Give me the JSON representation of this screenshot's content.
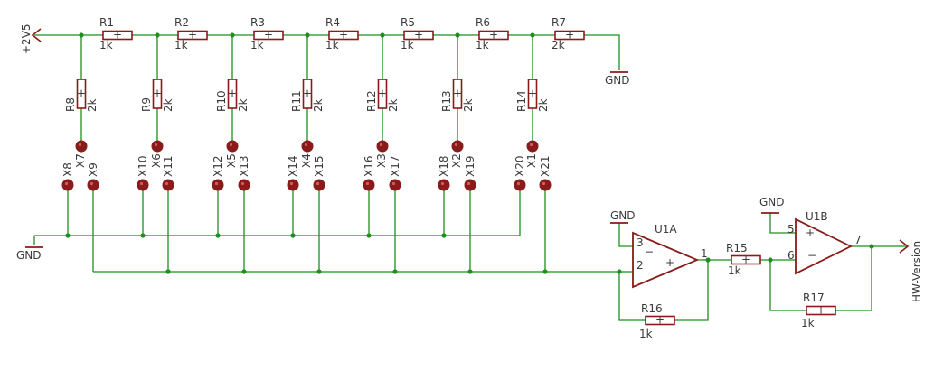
{
  "colors": {
    "wire": "#1f8f1f",
    "part": "#8b1a1a",
    "text": "#3a3a3a"
  },
  "supply": {
    "label": "+2V5"
  },
  "gnd_label": "GND",
  "output": {
    "label": "HW-Version"
  },
  "chain": [
    {
      "name": "R1",
      "value": "1k"
    },
    {
      "name": "R2",
      "value": "1k"
    },
    {
      "name": "R3",
      "value": "1k"
    },
    {
      "name": "R4",
      "value": "1k"
    },
    {
      "name": "R5",
      "value": "1k"
    },
    {
      "name": "R6",
      "value": "1k"
    },
    {
      "name": "R7",
      "value": "2k"
    }
  ],
  "legs": [
    {
      "name": "R8",
      "value": "2k",
      "pad_top": "X7",
      "pad_left": "X8",
      "pad_right": "X9"
    },
    {
      "name": "R9",
      "value": "2k",
      "pad_top": "X6",
      "pad_left": "X10",
      "pad_right": "X11"
    },
    {
      "name": "R10",
      "value": "2k",
      "pad_top": "X5",
      "pad_left": "X12",
      "pad_right": "X13"
    },
    {
      "name": "R11",
      "value": "2k",
      "pad_top": "X4",
      "pad_left": "X14",
      "pad_right": "X15"
    },
    {
      "name": "R12",
      "value": "2k",
      "pad_top": "X3",
      "pad_left": "X16",
      "pad_right": "X17"
    },
    {
      "name": "R13",
      "value": "2k",
      "pad_top": "X2",
      "pad_left": "X18",
      "pad_right": "X19"
    },
    {
      "name": "R14",
      "value": "2k",
      "pad_top": "X1",
      "pad_left": "X20",
      "pad_right": "X21"
    }
  ],
  "opamps": {
    "u1a": {
      "name": "U1A",
      "pin_in_plus": "3",
      "pin_in_minus": "2",
      "pin_out": "1",
      "plus_sign": "+",
      "minus_sign": "−"
    },
    "u1b": {
      "name": "U1B",
      "pin_in_plus": "5",
      "pin_in_minus": "6",
      "pin_out": "7",
      "plus_sign": "+",
      "minus_sign": "−"
    }
  },
  "feedback": {
    "r15": {
      "name": "R15",
      "value": "1k"
    },
    "r16": {
      "name": "R16",
      "value": "1k"
    },
    "r17": {
      "name": "R17",
      "value": "1k"
    }
  },
  "resistor_mark": "+"
}
